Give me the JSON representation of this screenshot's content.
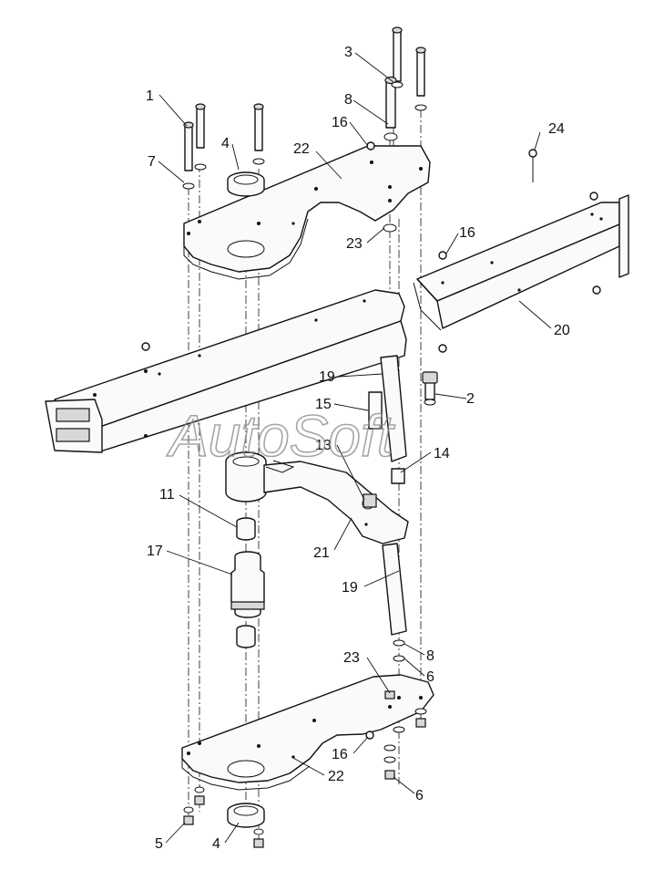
{
  "watermark": "AutoSoft",
  "callouts": {
    "c1": "1",
    "c2": "2",
    "c3": "3",
    "c4_top": "4",
    "c4_bottom": "4",
    "c5": "5",
    "c6_upper": "6",
    "c6_lower": "6",
    "c7": "7",
    "c8_top": "8",
    "c8_bottom": "8",
    "c11": "11",
    "c13": "13",
    "c14": "14",
    "c15": "15",
    "c16_top": "16",
    "c16_right": "16",
    "c16_bottom": "16",
    "c17": "17",
    "c19_upper": "19",
    "c19_lower": "19",
    "c20": "20",
    "c21": "21",
    "c22_top": "22",
    "c22_bottom": "22",
    "c23_top": "23",
    "c23_bottom": "23",
    "c24": "24"
  }
}
